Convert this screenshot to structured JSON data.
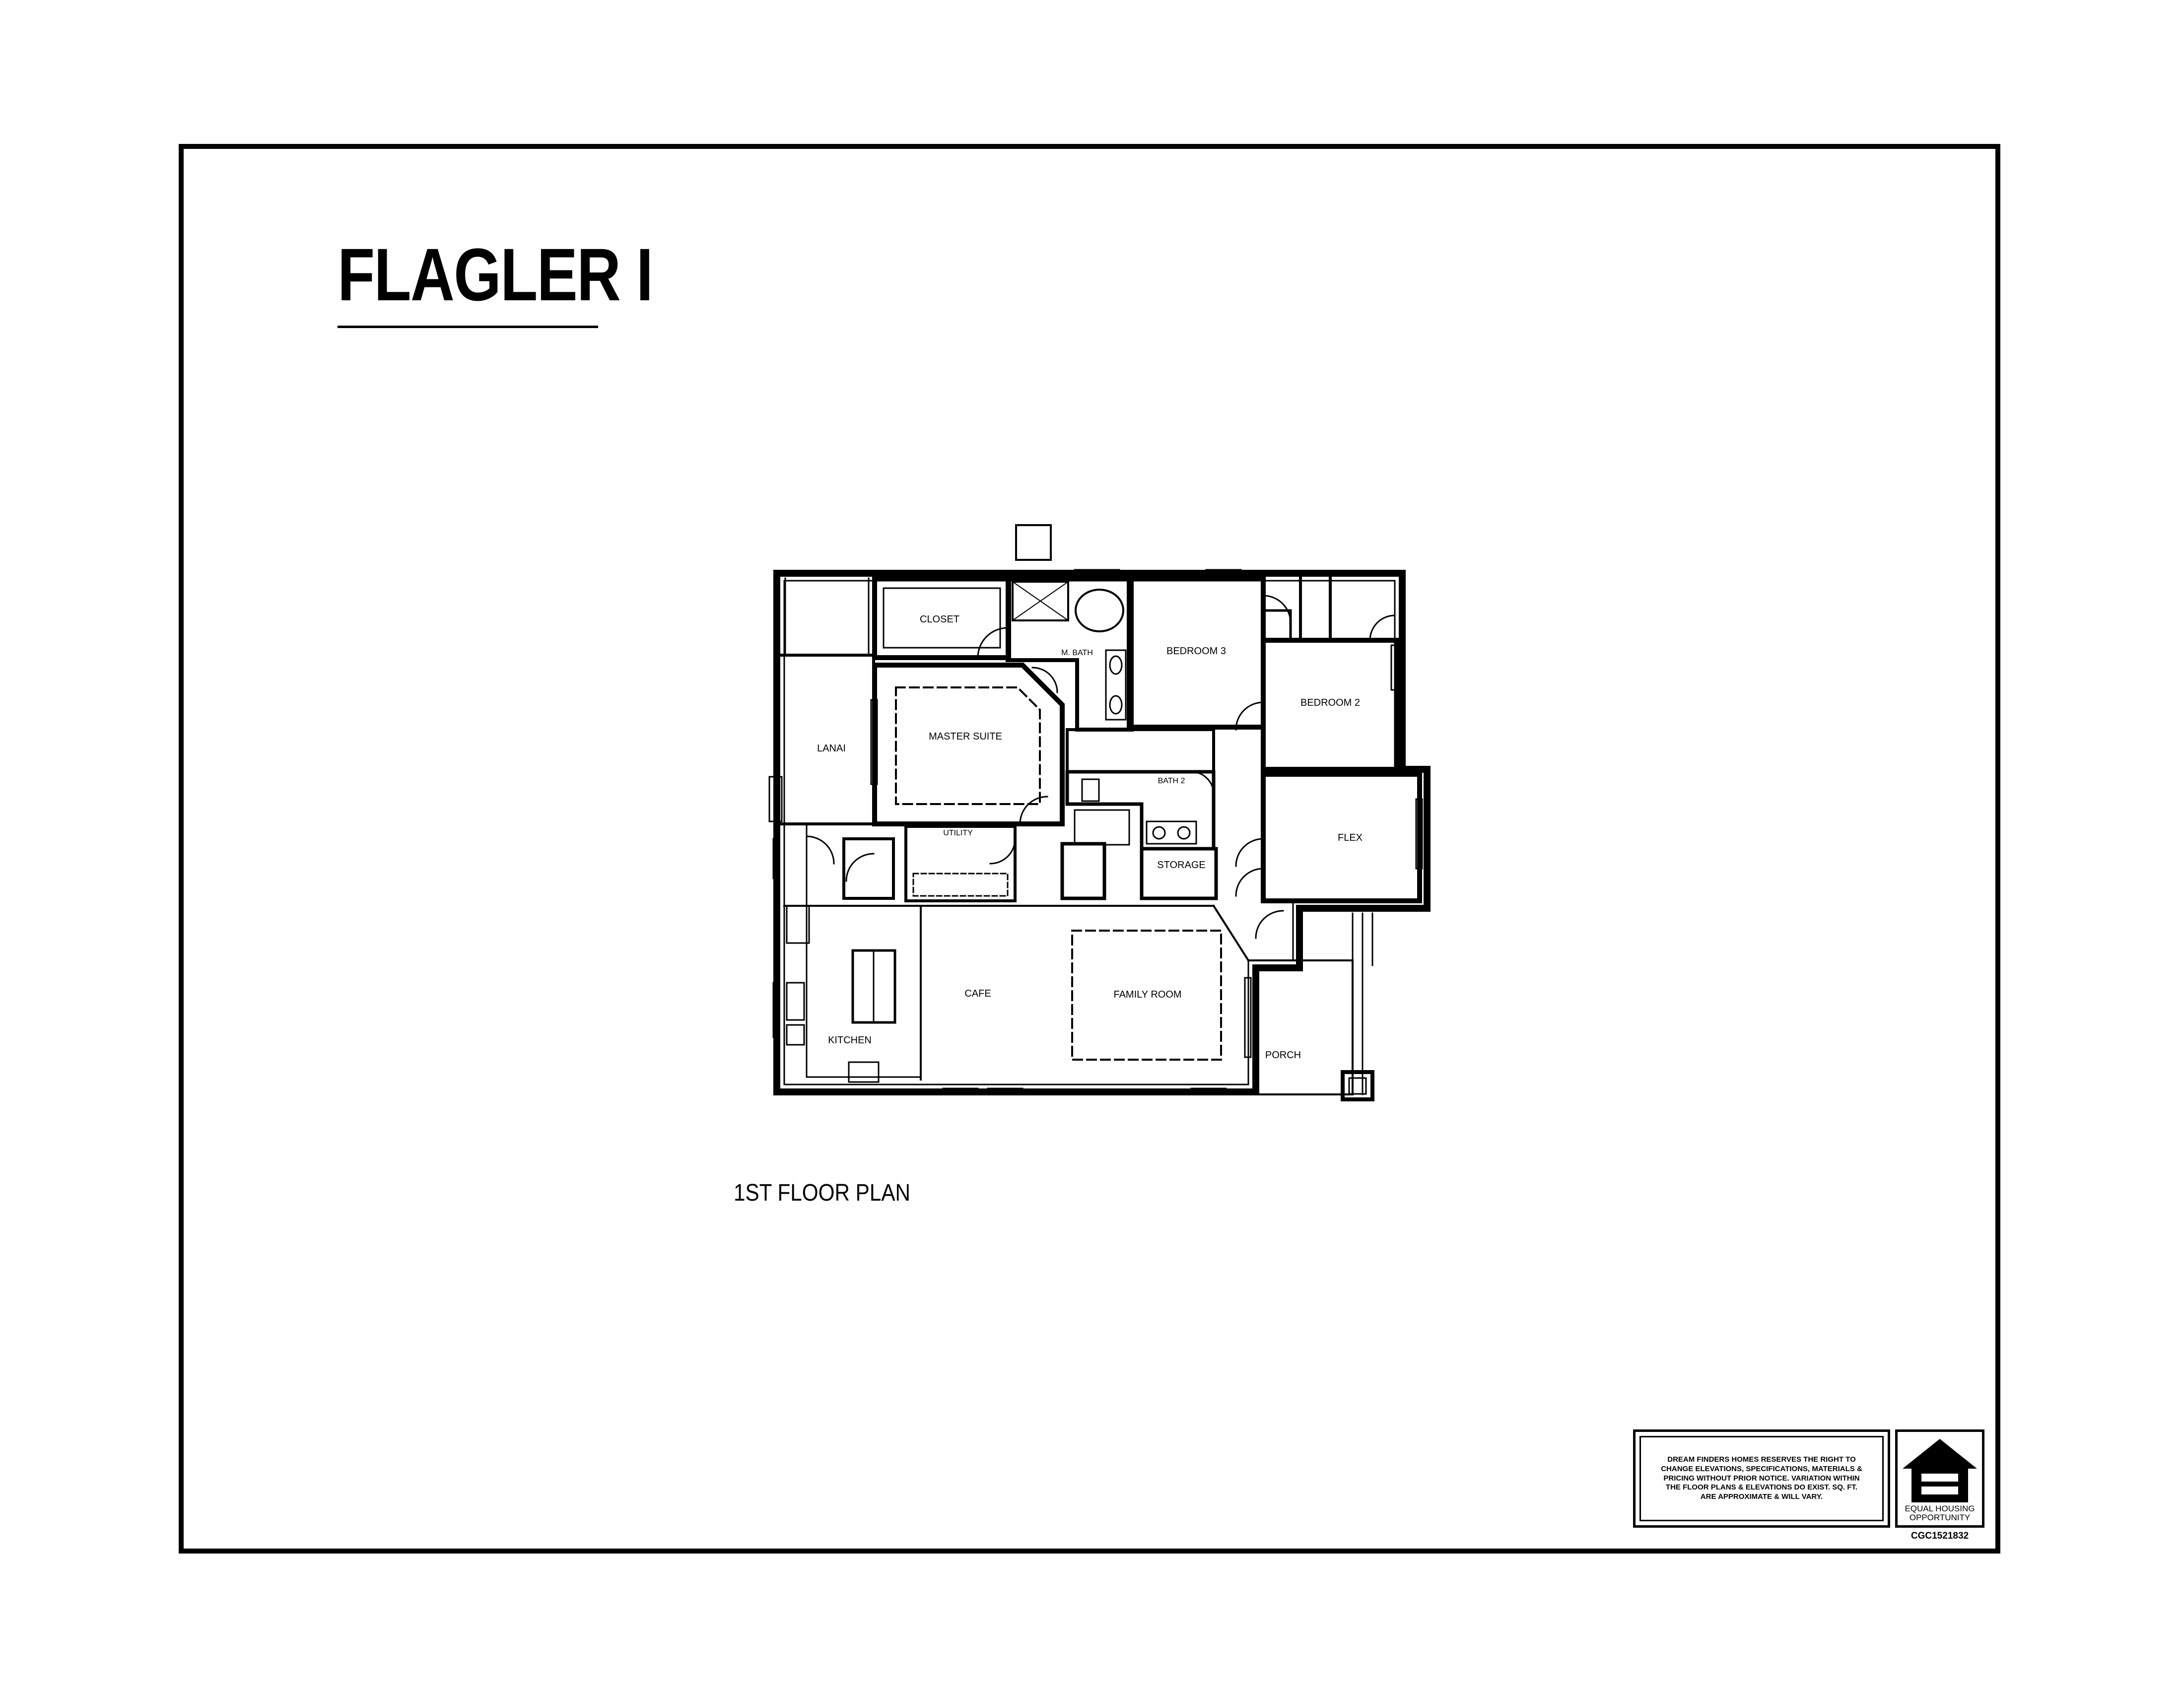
{
  "title": "FLAGLER I",
  "plan_caption": "1ST FLOOR PLAN",
  "rooms": {
    "closet": "CLOSET",
    "master_bath": "M. BATH",
    "bedroom3": "BEDROOM 3",
    "bedroom2": "BEDROOM 2",
    "lanai": "LANAI",
    "master_suite": "MASTER SUITE",
    "bath2": "BATH 2",
    "flex": "FLEX",
    "utility": "UTILITY",
    "storage": "STORAGE",
    "cafe": "CAFE",
    "family_room": "FAMILY ROOM",
    "kitchen": "KITCHEN",
    "porch": "PORCH"
  },
  "disclaimer": "DREAM FINDERS HOMES RESERVES THE RIGHT TO CHANGE ELEVATIONS, SPECIFICATIONS, MATERIALS & PRICING WITHOUT PRIOR NOTICE. VARIATION WITHIN THE FLOOR PLANS & ELEVATIONS DO EXIST. SQ. FT. ARE APPROXIMATE & WILL VARY.",
  "equal_housing": {
    "line1": "EQUAL HOUSING",
    "line2": "OPPORTUNITY",
    "icon": "equal-housing-house-icon"
  },
  "license_number": "CGC1521832"
}
